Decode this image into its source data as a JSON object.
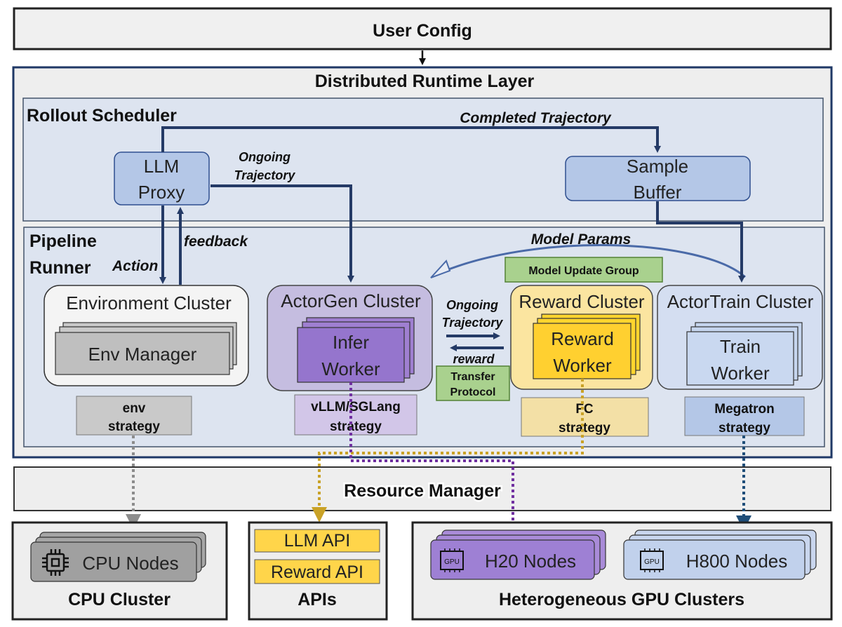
{
  "user_config": "User Config",
  "runtime_layer": "Distributed Runtime Layer",
  "rollout_scheduler": "Rollout Scheduler",
  "llm_proxy": [
    "LLM",
    "Proxy"
  ],
  "sample_buffer": [
    "Sample",
    "Buffer"
  ],
  "completed_trajectory": "Completed Trajectory",
  "ongoing_trajectory_top": [
    "Ongoing",
    "Trajectory"
  ],
  "pipeline_runner": [
    "Pipeline",
    "Runner"
  ],
  "feedback": "feedback",
  "action": "Action",
  "model_params": "Model Params",
  "model_update_group": "Model Update Group",
  "environment_cluster": "Environment Cluster",
  "env_manager": "Env Manager",
  "actorgen_cluster": "ActorGen Cluster",
  "infer_worker": [
    "Infer",
    "Worker"
  ],
  "ongoing_trajectory_mid": [
    "Ongoing",
    "Trajectory"
  ],
  "reward_label": "reward",
  "transfer_protocol": [
    "Transfer",
    "Protocol"
  ],
  "reward_cluster": "Reward Cluster",
  "reward_worker": [
    "Reward",
    "Worker"
  ],
  "actortrain_cluster": "ActorTrain Cluster",
  "train_worker": [
    "Train",
    "Worker"
  ],
  "env_strategy": [
    "env",
    "strategy"
  ],
  "vllm_strategy": [
    "vLLM/SGLang",
    "strategy"
  ],
  "fc_strategy": [
    "FC",
    "strategy"
  ],
  "megatron_strategy": [
    "Megatron",
    "strategy"
  ],
  "resource_manager": "Resource Manager",
  "cpu_nodes": "CPU Nodes",
  "cpu_cluster": "CPU Cluster",
  "llm_api": "LLM API",
  "reward_api": "Reward API",
  "apis": "APIs",
  "gpu_icon_text": "GPU",
  "h20_nodes": "H20 Nodes",
  "h800_nodes": "H800 Nodes",
  "gpu_clusters": "Heterogeneous GPU Clusters",
  "colors": {
    "navy": "#243a66",
    "purple": "#7030a0",
    "gold": "#c9a227",
    "grey": "#8c8c8c",
    "green": "#a9d18e",
    "yellow": "#ffe066"
  }
}
